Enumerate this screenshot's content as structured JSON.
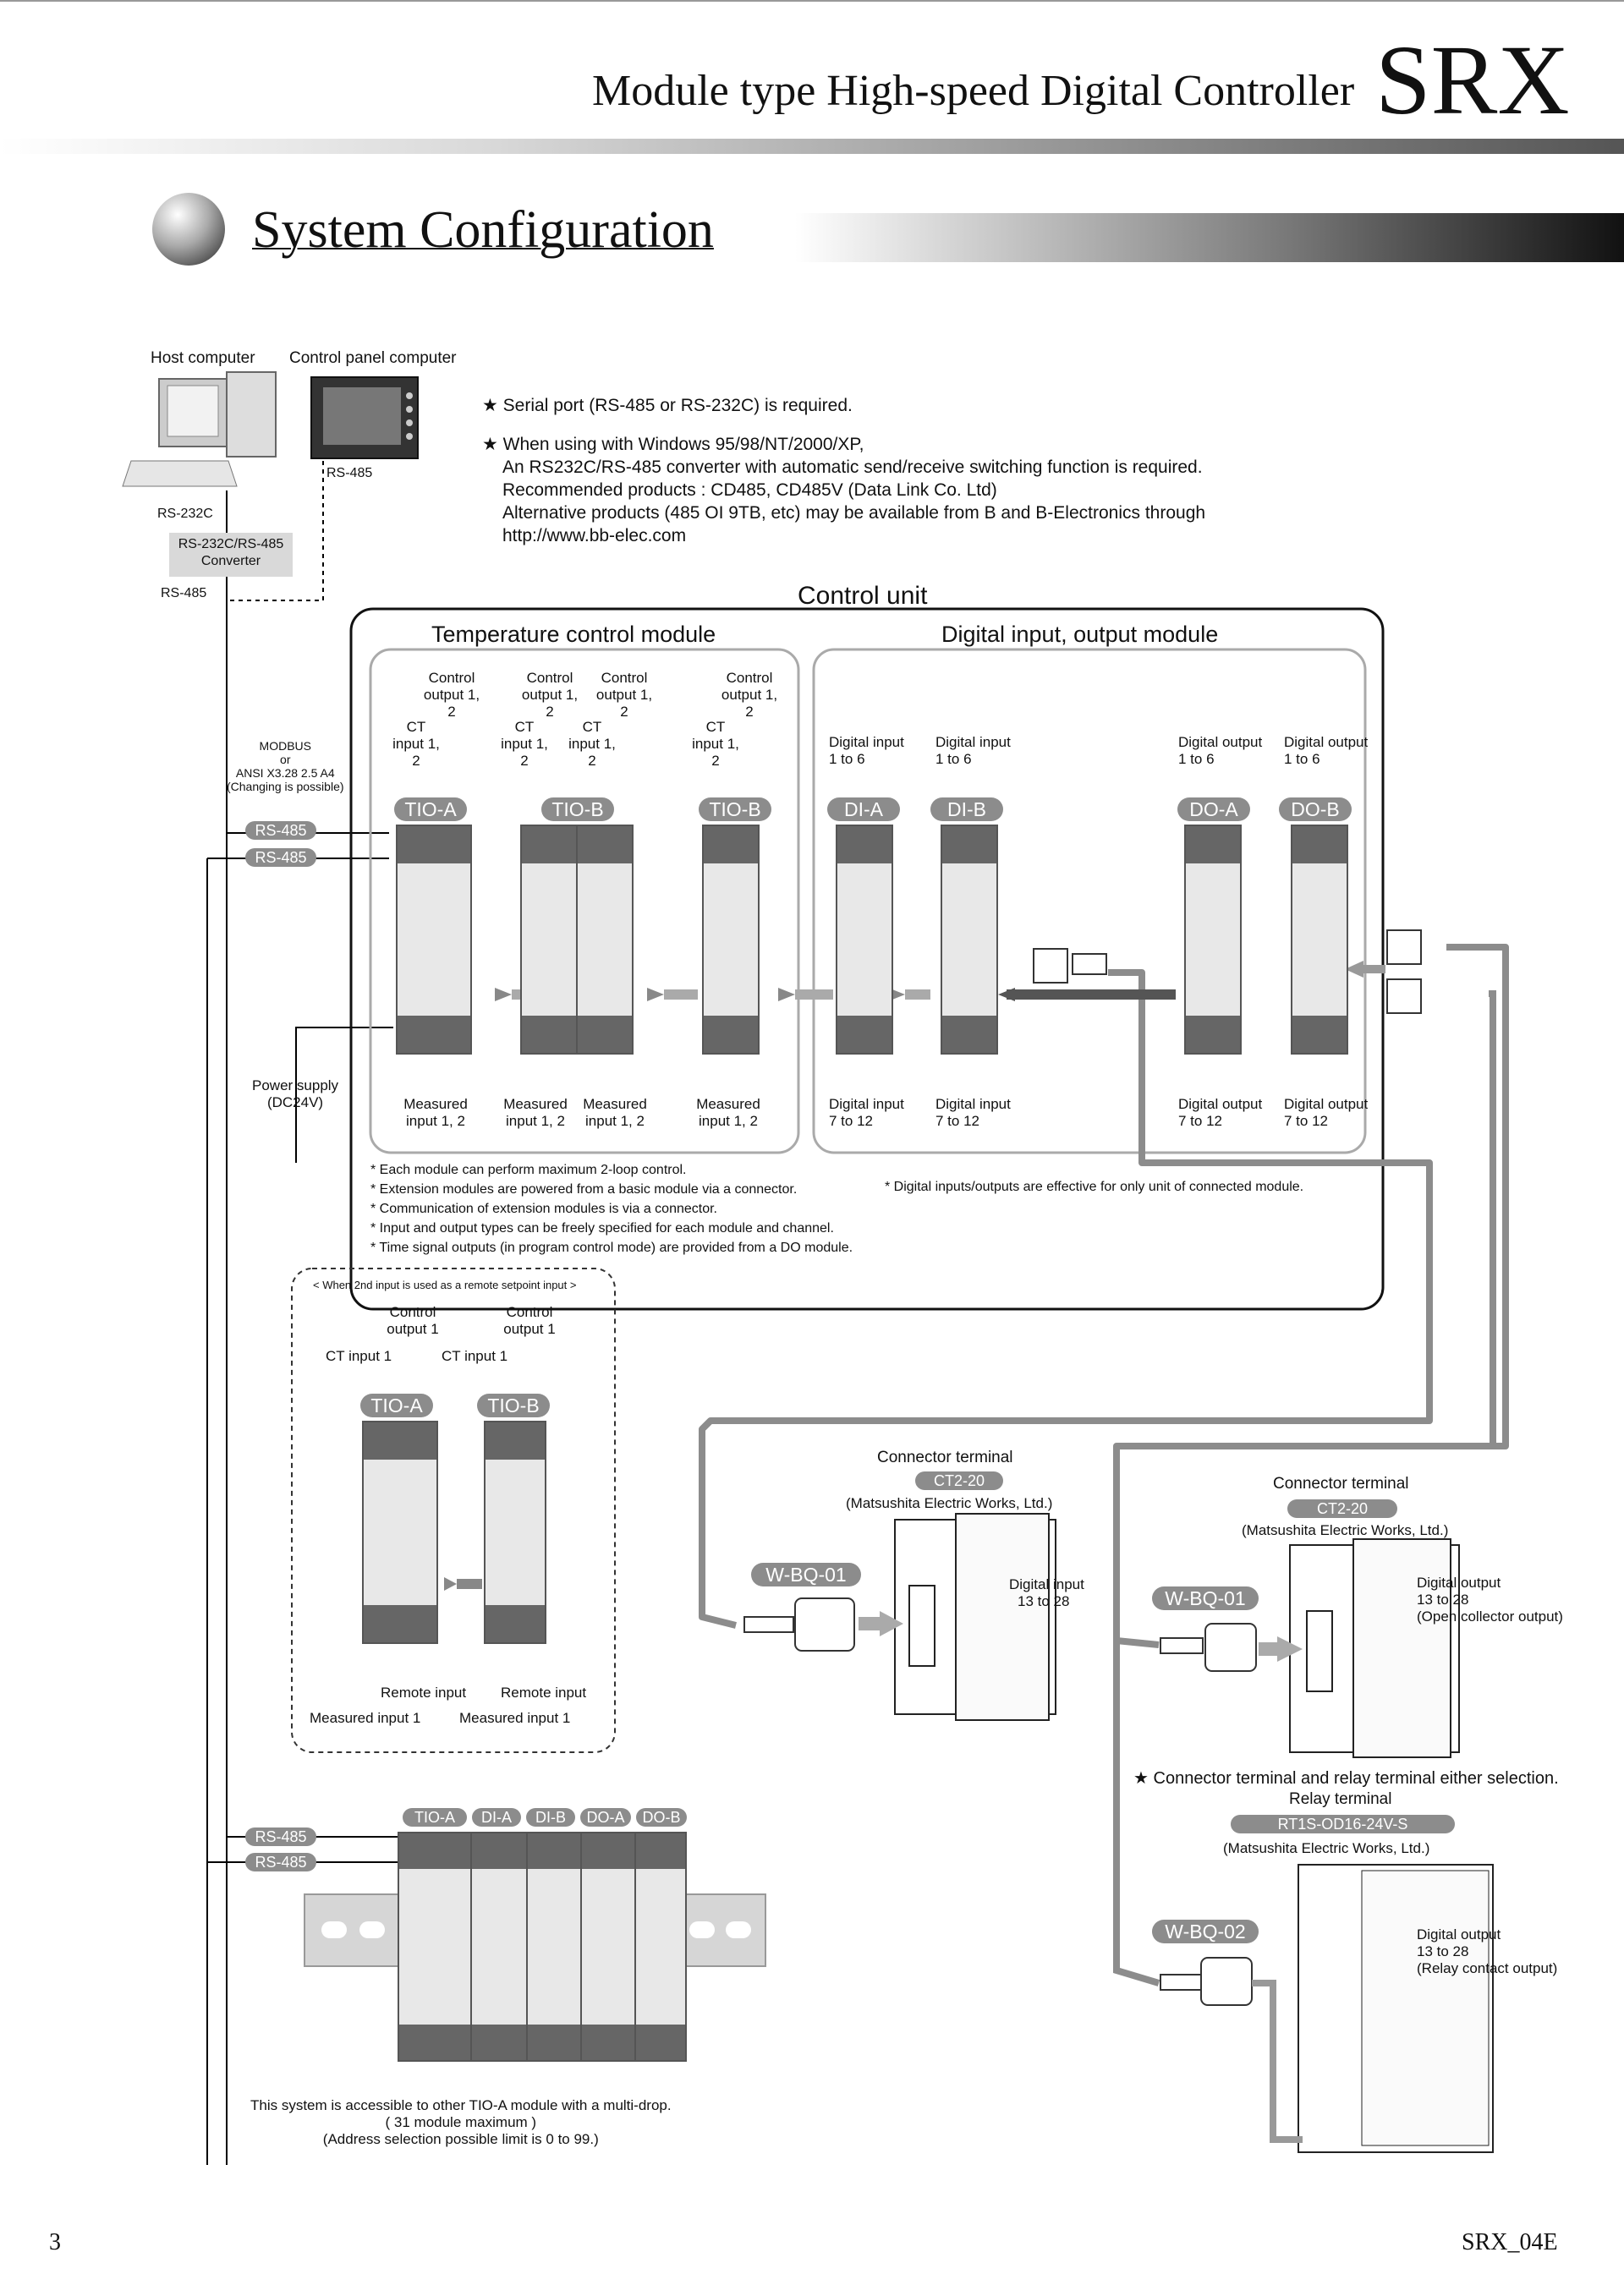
{
  "header": {
    "title": "Module type High-speed Digital Controller",
    "brand": "SRX"
  },
  "section": {
    "title": "System Configuration"
  },
  "top": {
    "host_computer": "Host computer",
    "control_panel_computer": "Control panel computer",
    "rs485_panel": "RS-485",
    "rs232c": "RS-232C",
    "converter_line1": "RS-232C/RS-485",
    "converter_line2": "Converter",
    "rs485_host": "RS-485"
  },
  "notes_top": {
    "serial_port": "Serial port (RS-485 or RS-232C) is required.",
    "windows_1": "When using with Windows 95/98/NT/2000/XP,",
    "windows_2": "An RS232C/RS-485 converter with automatic send/receive switching function is required.",
    "windows_3": "Recommended products : CD485, CD485V (Data Link Co. Ltd)",
    "windows_4": "Alternative products (485 OI 9TB, etc) may be available from B and B-Electronics through",
    "windows_5": "http://www.bb-elec.com"
  },
  "control_unit": {
    "title": "Control unit",
    "temp_module_title": "Temperature control module",
    "dio_module_title": "Digital input, output module",
    "modbus_1": "MODBUS",
    "modbus_2": "or",
    "modbus_3": "ANSI X3.28 2.5 A4",
    "modbus_4": "(Changing is possible)",
    "rs485_a": "RS-485",
    "rs485_b": "RS-485",
    "power_1": "Power supply",
    "power_2": "(DC24V)",
    "ct_input": "CT input 1, 2",
    "control_output": "Control output 1, 2",
    "measured_input": "Measured input 1, 2",
    "digital_input_1_6": "Digital input 1 to 6",
    "digital_input_7_12": "Digital input 7 to 12",
    "digital_output_1_6": "Digital output 1 to 6",
    "digital_output_7_12": "Digital output 7 to 12",
    "modules": [
      "TIO-A",
      "TIO-B",
      "TIO-B",
      "DI-A",
      "DI-B",
      "DO-A",
      "DO-B"
    ],
    "notes": [
      "* Each module can perform maximum 2-loop control.",
      "* Extension modules are powered from a basic module via a connector.",
      "* Communication of extension modules is via a connector.",
      "* Input and output types can be freely specified for each module and channel.",
      "* Time signal outputs (in program control mode) are provided from a DO module."
    ],
    "dio_note": "* Digital inputs/outputs are effective for only unit of connected module."
  },
  "remote": {
    "title": "< When 2nd input is used as a remote setpoint input >",
    "control_output": "Control output 1",
    "ct_input": "CT input 1",
    "module_a": "TIO-A",
    "module_b": "TIO-B",
    "remote_input": "Remote input",
    "measured_input": "Measured input 1"
  },
  "connector_left": {
    "title": "Connector terminal",
    "model": "CT2-20",
    "maker": "(Matsushita Electric Works, Ltd.)",
    "cable": "W-BQ-01",
    "io_1": "Digital input",
    "io_2": "13 to 28"
  },
  "connector_right": {
    "title": "Connector terminal",
    "model": "CT2-20",
    "maker": "(Matsushita Electric Works, Ltd.)",
    "cable": "W-BQ-01",
    "io_1": "Digital output",
    "io_2": "13 to 28",
    "io_3": "(Open collector output)"
  },
  "relay": {
    "selection_note": "Connector terminal and relay terminal  either selection.",
    "title": "Relay terminal",
    "model": "RT1S-OD16-24V-S",
    "maker": "(Matsushita Electric Works, Ltd.)",
    "cable": "W-BQ-02",
    "io_1": "Digital output",
    "io_2": "13 to 28",
    "io_3": "(Relay contact output)"
  },
  "multidrop": {
    "rs485_a": "RS-485",
    "rs485_b": "RS-485",
    "modules": [
      "TIO-A",
      "DI-A",
      "DI-B",
      "DO-A",
      "DO-B"
    ],
    "note_1": "This system is accessible to other TIO-A module with a multi-drop.",
    "note_2": "( 31 module maximum )",
    "note_3": "(Address selection possible limit is 0 to 99.)"
  },
  "footer": {
    "page_number": "3",
    "doc_code": "SRX_04E"
  }
}
